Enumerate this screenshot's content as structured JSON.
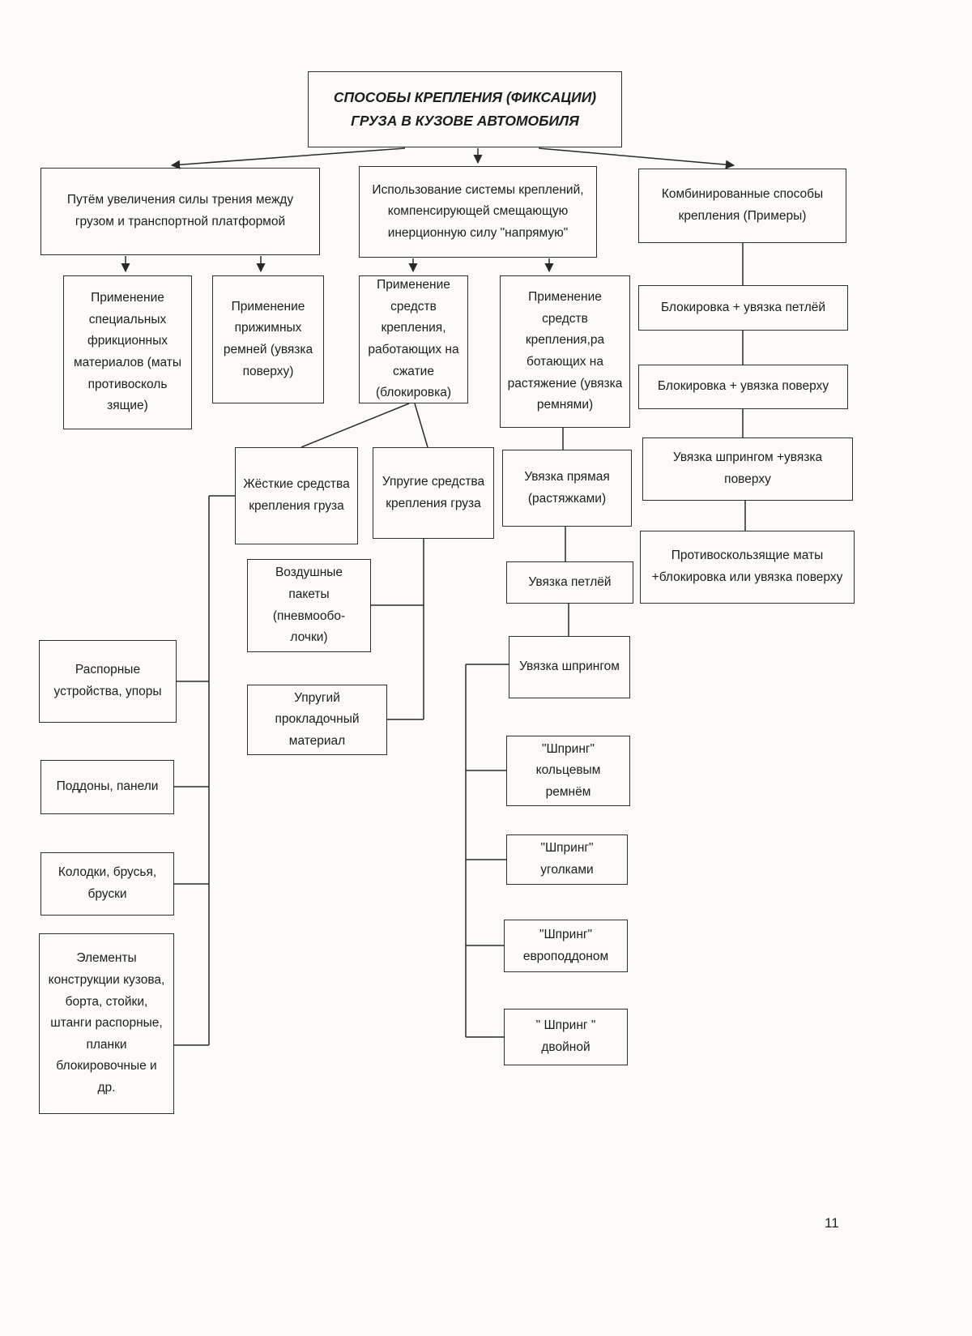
{
  "page": {
    "number": "11"
  },
  "nodes": {
    "root": "СПОСОБЫ КРЕПЛЕНИЯ (ФИКСАЦИИ) ГРУЗА В КУЗОВЕ АВТОМОБИЛЯ",
    "friction_branch": "Путём увеличения силы трения между грузом и транспортной платформой",
    "system_branch": "Использование системы креплений, компенсирующей смещающую инерционную силу  \"напрямую\"",
    "combined_branch": "Комбинированные способы крепления (Примеры)",
    "friction_materials": "Применение специальных фрикционных материалов (маты противосколь зящие)",
    "clamp_belts": "Применение прижимных ремней (увязка поверху)",
    "compression": "Применение средств крепления, работающих на сжатие (блокировка)",
    "tension": "Применение средств крепления,ра ботающих на растяжение (увязка ремнями)",
    "block_loop": "Блокировка + увязка петлёй",
    "block_top": "Блокировка + увязка поверху",
    "spring_top": "Увязка шпрингом +увязка поверху",
    "mats_block": "Противоскользящие маты +блокировка или увязка поверху",
    "rigid_means": "Жёсткие средства крепления груза",
    "elastic_means": "Упругие средства крепления груза",
    "direct_lashing": "Увязка прямая (растяжками)",
    "loop_lashing": "Увязка петлёй",
    "spring_lashing": "Увязка шпрингом",
    "air_bags": "Воздушные пакеты (пневмообо-лочки)",
    "elastic_padding": "Упругий прокладочный материал",
    "spacers": "Распорные устройства, упоры",
    "pallets": "Поддоны, панели",
    "blocks": "Колодки, брусья, бруски",
    "body_elements": "Элементы конструкции кузова, борта, стойки, штанги распорные, планки блокировочные и др.",
    "spring_ring": "\"Шпринг\" кольцевым ремнём",
    "spring_corners": "\"Шпринг\" уголками",
    "spring_europallet": "\"Шпринг\" европоддоном",
    "spring_double": "\" Шпринг \" двойной"
  }
}
